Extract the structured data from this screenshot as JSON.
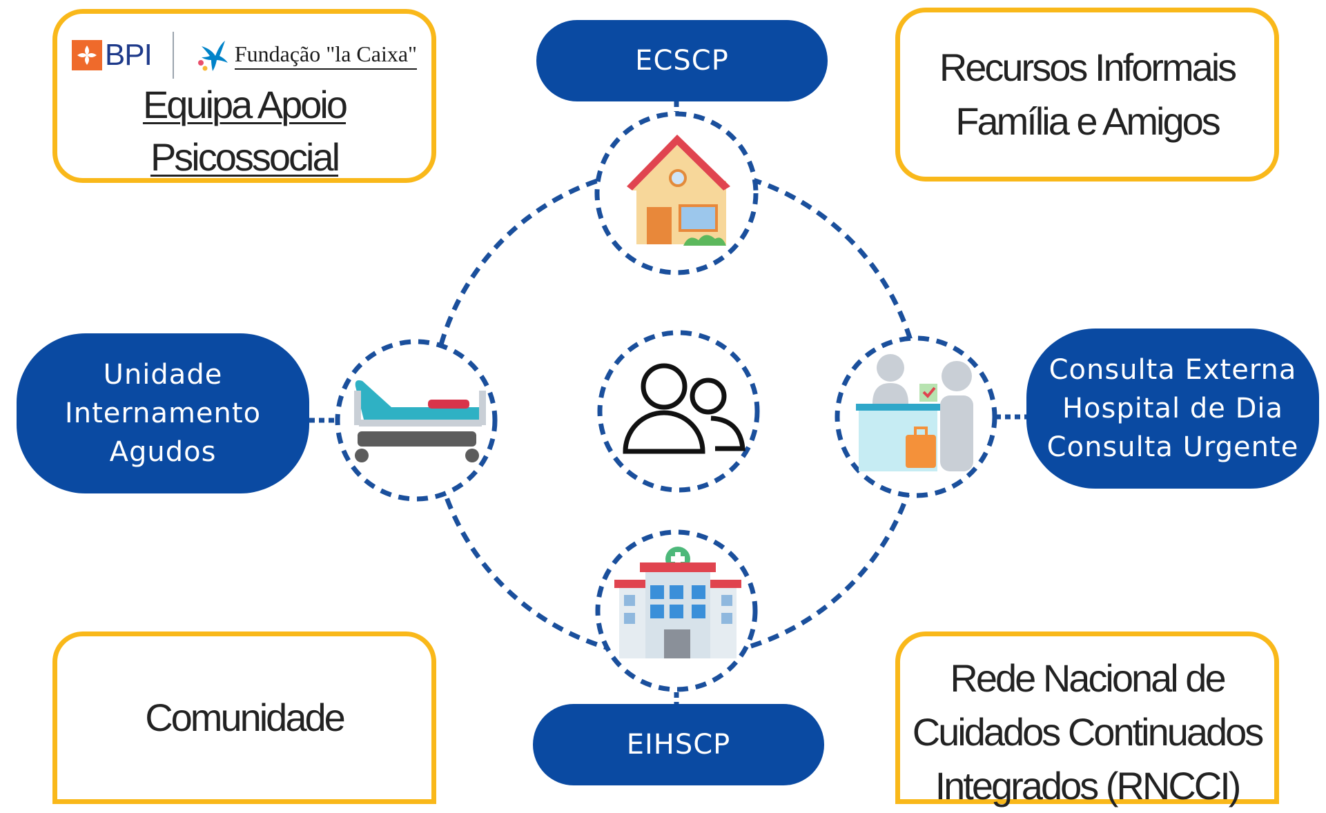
{
  "boxes": {
    "equipa": {
      "logo_bpi": "BPI",
      "logo_fundacao": "Fundação \"la Caixa\"",
      "lines": [
        "Equipa Apoio",
        "Psicossocial"
      ]
    },
    "recursos": {
      "lines": [
        "Recursos Informais",
        "Família e Amigos"
      ]
    },
    "comunidade": {
      "lines": [
        "Comunidade"
      ]
    },
    "rncci": {
      "lines": [
        "Rede Nacional de",
        "Cuidados Continuados",
        "Integrados (RNCCI)"
      ]
    }
  },
  "pills": {
    "ecscp": {
      "lines": [
        "ECSCP"
      ]
    },
    "eihscp": {
      "lines": [
        "EIHSCP"
      ]
    },
    "unidade": {
      "lines": [
        "Unidade",
        "Internamento",
        "Agudos"
      ]
    },
    "consulta": {
      "lines": [
        "Consulta Externa",
        "Hospital de Dia",
        "Consulta Urgente"
      ]
    }
  },
  "nodes": {
    "top": {
      "icon": "house-icon"
    },
    "left": {
      "icon": "hospital-bed-icon"
    },
    "center": {
      "icon": "people-icon"
    },
    "right": {
      "icon": "reception-desk-icon"
    },
    "bottom": {
      "icon": "hospital-building-icon"
    }
  },
  "colors": {
    "accent_blue": "#0a4aa2",
    "dashed_blue": "#1a4f9c",
    "box_border": "#f9b81a"
  }
}
